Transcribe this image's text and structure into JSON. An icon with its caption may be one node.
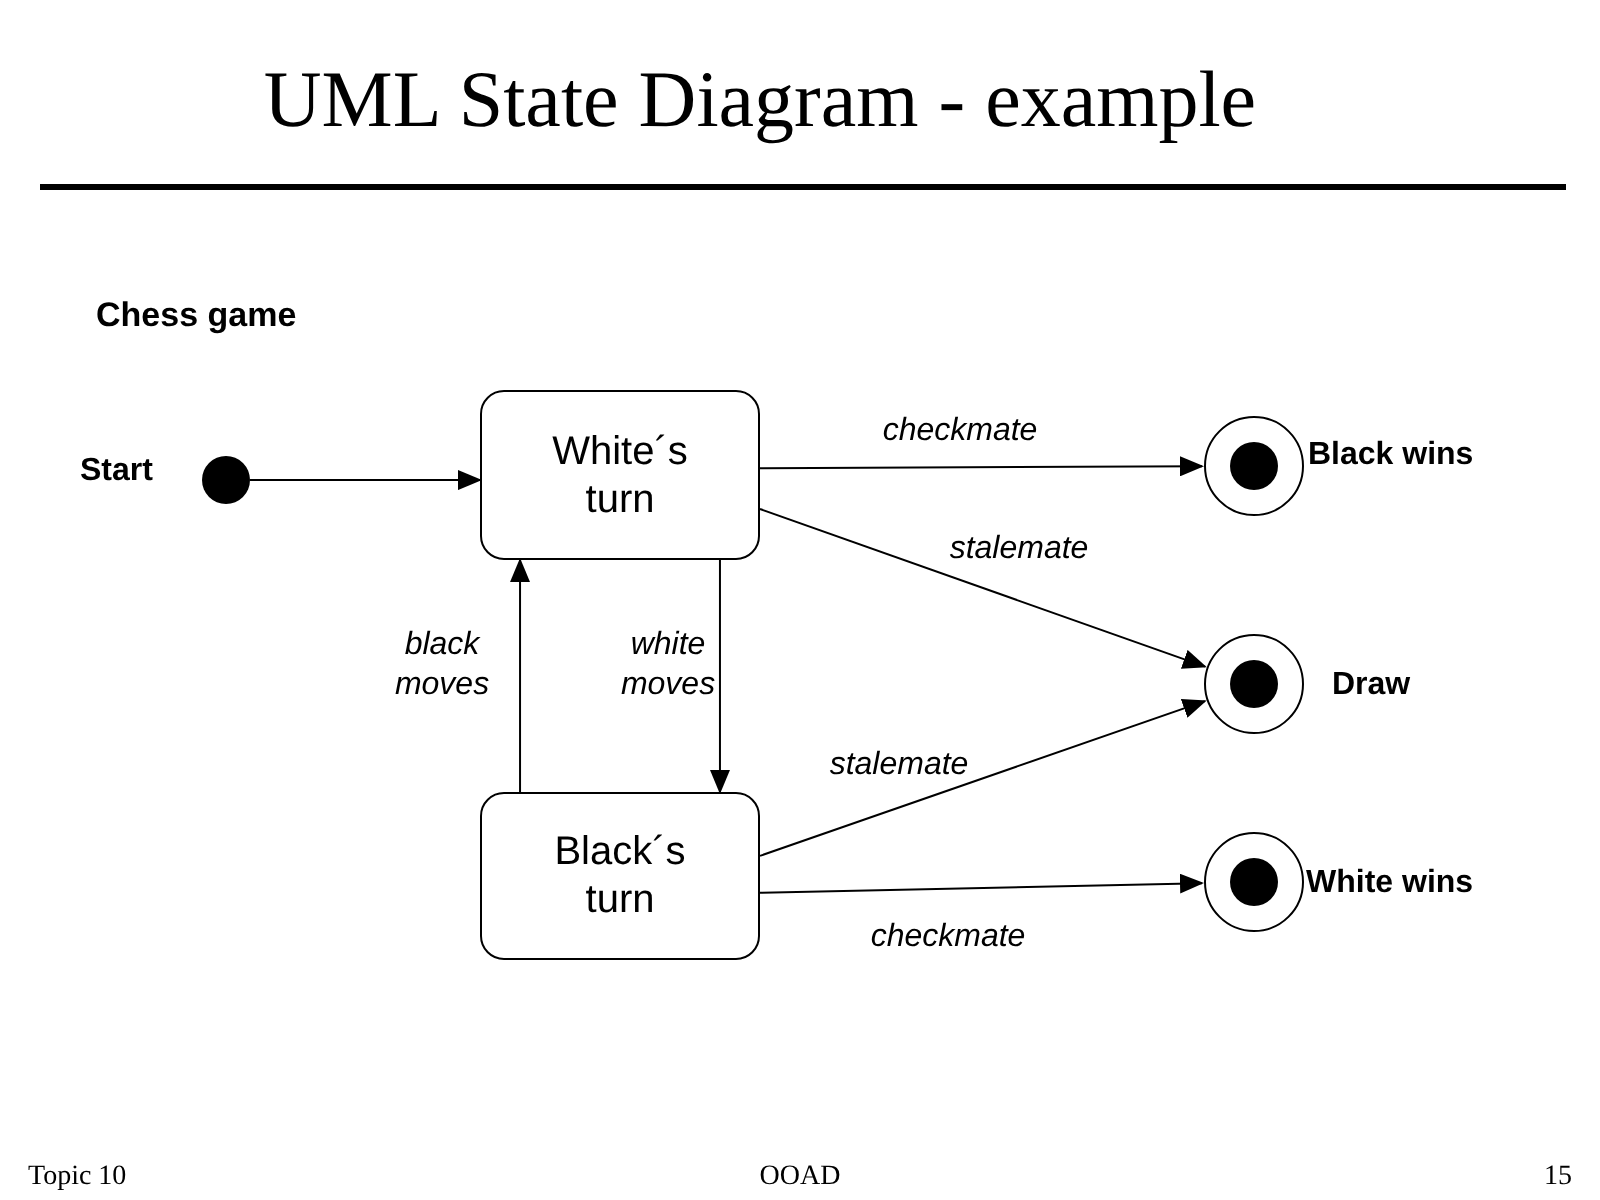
{
  "diagram": {
    "title": "UML State Diagram - example",
    "nodes": [
      {
        "text": [],
        "shape": "circle",
        "beside": [
          "Start"
        ]
      },
      {
        "text": [
          "White´s turn"
        ]
      },
      {
        "text": [
          "Black´s turn"
        ]
      },
      {
        "text": [],
        "shape": "circle",
        "beside": [
          "Black wins"
        ]
      },
      {
        "text": [],
        "shape": "circle",
        "beside": [
          "Draw"
        ]
      },
      {
        "text": [],
        "shape": "circle",
        "beside": [
          "White wins"
        ]
      }
    ],
    "edges": [
      {
        "from": 0,
        "to": 1,
        "arrow": "to"
      },
      {
        "from": 1,
        "to": 3,
        "arrow": "to",
        "label": "checkmate"
      },
      {
        "from": 1,
        "to": 4,
        "arrow": "to",
        "label": "stalemate"
      },
      {
        "from": 1,
        "to": 2,
        "arrow": "to",
        "label": "white moves"
      },
      {
        "from": 2,
        "to": 1,
        "arrow": "to",
        "label": "black moves"
      },
      {
        "from": 2,
        "to": 4,
        "arrow": "to",
        "label": "stalemate"
      },
      {
        "from": 2,
        "to": 5,
        "arrow": "to",
        "label": "checkmate"
      }
    ],
    "labels": [
      "Chess game",
      "Topic 10",
      "OOAD",
      "15"
    ]
  }
}
